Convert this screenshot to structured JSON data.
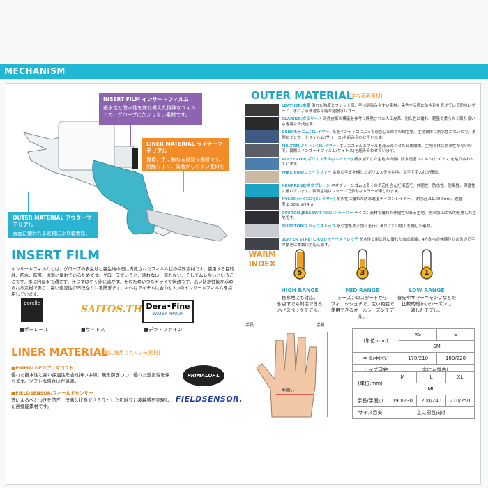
{
  "header": {
    "title": "MECHANISM"
  },
  "callouts": {
    "insert": {
      "title": "INSERT FILM インサートフィルム",
      "text": "透水性と防水性を兼ね備えた特殊なフィルムで、グローブに欠かせない素材です。"
    },
    "liner": {
      "title": "LINER MATERIAL ライナーマテリアル",
      "text": "直接、手に触れる重要な箇所です。肌触りよく、装着がしやすい素材を使用します。"
    },
    "outer": {
      "title": "OUTER MATERIAL アウターマテリアル",
      "text": "表面に使われる素材により装着感、保温力が異なってきます。"
    }
  },
  "insert_film": {
    "title": "INSERT FILM",
    "text": "インサートフィルムとは、グローブの表生地と裏生地の間に内蔵されたフィルム状の特殊素材です。使用する目的は、防水、防風、透湿に優れているためです。グローブでいうと、濡れない、蒸れない、そしてムレないということです。水は内部まで通さず、汗はすばやく外に逃がす。そのためいつもドライで快適です。高い防水性能が求められる素材であり、高い透湿性が不快なムレを防ぎます。eb'sはアイテムに合わせ3つのインサートフィルムを採用しています。",
    "logos": [
      {
        "icon": "porelle-logo",
        "label": "■ポーレール",
        "wordmark": "porelle"
      },
      {
        "icon": "saitos-logo",
        "label": "■サイトス",
        "wordmark": "SAITOS.TH"
      },
      {
        "icon": "derafine-logo",
        "label": "■デラ・ファイン",
        "wordmark": "Dera•Fine",
        "sub": "WATER PROOF"
      }
    ]
  },
  "liner_material": {
    "title": "LINER MATERIAL",
    "subtitle": "[内側に使用されている素材]",
    "items": [
      {
        "name": "■PRIMALOFT/プリマロフト",
        "text": "優れた撥水性と高い保温性を合せ持つ中綿。風を防ぎつつ、優れた透気性を保ちます。ソフトな風合いが最適。",
        "logo": "PRIMALOFT."
      },
      {
        "name": "■FIELDSENSOR/フィールドセンサー",
        "text": "汗によるべとつきを防ぎ、快適な状態でさらりとした肌触りと装着感を実現した高機能素材です。",
        "logo": "FIELDSENSOR."
      }
    ]
  },
  "outer_material": {
    "title": "OUTER MATERIAL",
    "subtitle": "[主な表面素材]",
    "rows": [
      {
        "name": "LEATHER/本革",
        "text": "優れた強度とフィット感、手に馴染みやすい素材。染色する際に防水剤を混ぜている防水レザーと、水による洗濯も可能な超撥水レザー。",
        "color": "#3a3a3a"
      },
      {
        "name": "CLARINO/クラリーノ",
        "text": "天然皮革の構造を参考に開発された人工皮革。耐久性に優れ、軽量で柔らかく取り扱いも容易な合成皮革。",
        "color": "#2b2b2e"
      },
      {
        "name": "DENIM/デニム(3レイヤー)",
        "text": "糸をインディゴによって染色した厚手の綿生地。生地自体に防水性がないので、裏側にインサートフィルム(サイトス)を組み合わせています。",
        "color": "#3e5b86"
      },
      {
        "name": "MELTON/メルトン(3レイヤー)",
        "text": "ポリエステルとウールを組み合わせた合成繊維。生地自体に防水性がないので、裏側にインサートフィルム(サイトス)を組み合わせています。",
        "color": "#5b5e66"
      },
      {
        "name": "POLYESTER/ポリエステル(2レイヤー)",
        "text": "撥水加工した生地の内側に防水透湿フィルム(サイトス)を貼り合わせています。",
        "color": "#4a7fb0"
      },
      {
        "name": "FAKE FUR/フェイクファー",
        "text": "本物の毛皮を模したポリエステル生地。文字て手入れが簡単。",
        "color": "#c9b9a3"
      },
      {
        "name": "NEOPRENE/ネオプレーン",
        "text": "ネオプレーンゴムは多くの気泡を含んだ構造で、伸縮性、防水性、防風性、保温性に優れています。表面生地はジャージで多彩なカラーが楽しめます。",
        "color": "#1aa5c6"
      },
      {
        "name": "NYLON/ナイロン(3レイヤー)",
        "text": "耐久性に優れた防水透湿ナイロンレイヤー。(耐水圧:11,000mm、透湿度:8,500ml/24h)",
        "color": "#3b3d42"
      },
      {
        "name": "OPERON JERSEY/オペロンジャージー",
        "text": "ナイロン素材で優れた伸縮性のある生地。防水加工(DWR)を施した生地です。",
        "color": "#2b2e33"
      },
      {
        "name": "SLIPSTOP/スリップストップ",
        "text": "水や雪を防ぐ加工を行い滑りにくい加工を施した素材。",
        "color": "#c8cbd0"
      },
      {
        "name": "2LAYER STRETCH/2レイヤーストレッチ",
        "text": "防水性と耐久性に優れた合成繊維。4方向への伸縮性があるので手の動きに柔軟に対応します。",
        "color": "#40434a"
      }
    ]
  },
  "warm_index": {
    "title_line1": "WARM",
    "title_line2": "INDEX",
    "levels": [
      {
        "number": "5",
        "range": "HIGH RANGE",
        "desc": "極寒地にも対応。\n氷点下でも対応できる\nハイスペックモデル。"
      },
      {
        "number": "3",
        "range": "MID RANGE",
        "desc": "シーズンのスタートから\nフィニッシュまで、広い範囲で\n使用できるオールシーズンモデル。"
      },
      {
        "number": "1",
        "range": "LOW RANGE",
        "desc": "春先やサマーキャンプなどの\n比較的暖かいシーズンに\n適したモデル。"
      }
    ]
  },
  "size_guide": {
    "hand_labels": {
      "length": "手長",
      "girth": "手囲い",
      "wrist": "手首"
    },
    "women": {
      "header": [
        "(単位:mm)",
        "XS",
        "S"
      ],
      "merged": "SM",
      "rows": [
        [
          "手長/手囲い",
          "170/210",
          "180/220"
        ],
        [
          "サイズ目安",
          "主に女性向け"
        ]
      ]
    },
    "men": {
      "header": [
        "(単位:mm)",
        "M",
        "L",
        "XL"
      ],
      "merged": "ML",
      "rows": [
        [
          "手長/手囲い",
          "190/230",
          "200/240",
          "210/250"
        ],
        [
          "サイズ目安",
          "主に男性向け"
        ]
      ]
    }
  },
  "colors": {
    "accent": "#21b8d6",
    "purple": "#8c64b0",
    "orange": "#f28c28"
  }
}
